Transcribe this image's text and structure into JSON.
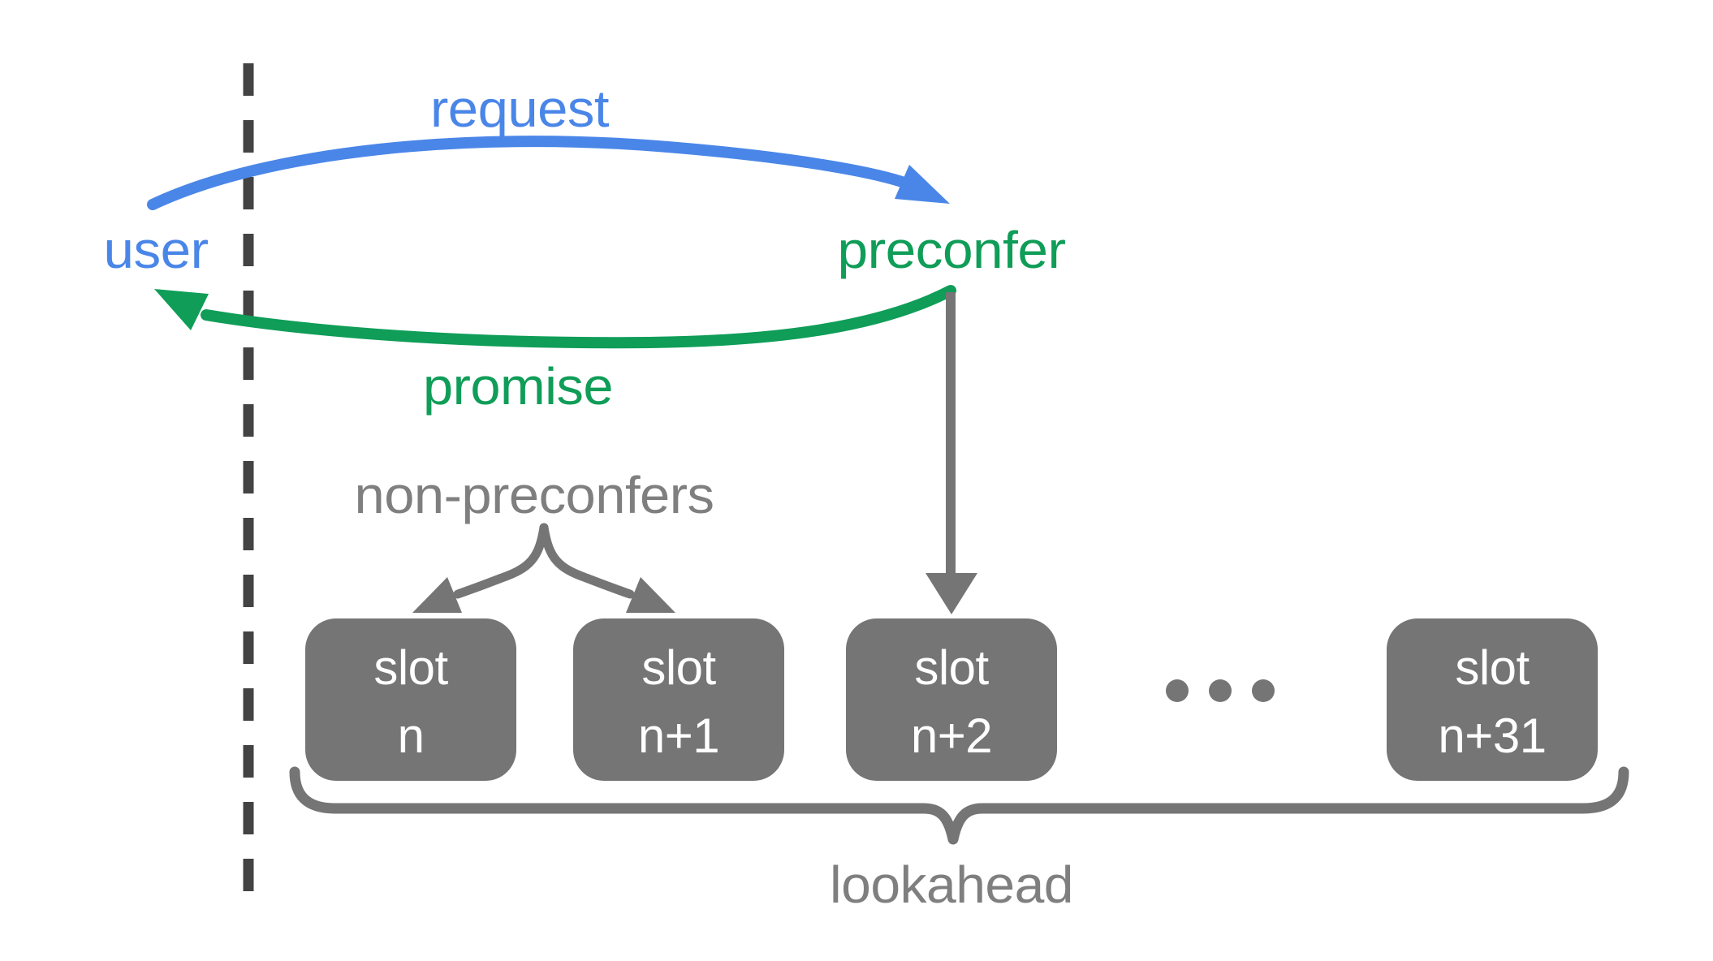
{
  "colors": {
    "blue": "#4a86e8",
    "green": "#0f9d58",
    "shape_gray": "#757575",
    "label_gray": "#7f7f7f",
    "dash_gray": "#434343",
    "white": "#ffffff",
    "background": "#ffffff"
  },
  "diagram": {
    "nodes": {
      "user": "user",
      "preconfer": "preconfer"
    },
    "arrows": {
      "request": "request",
      "promise": "promise"
    },
    "annotations": {
      "non_preconfers": "non-preconfers",
      "lookahead": "lookahead"
    },
    "slots": [
      {
        "line1": "slot",
        "line2": "n"
      },
      {
        "line1": "slot",
        "line2": "n+1"
      },
      {
        "line1": "slot",
        "line2": "n+2"
      },
      {
        "line1": "slot",
        "line2": "n+31"
      }
    ],
    "icons": {
      "ellipsis_dots": "•••"
    }
  }
}
